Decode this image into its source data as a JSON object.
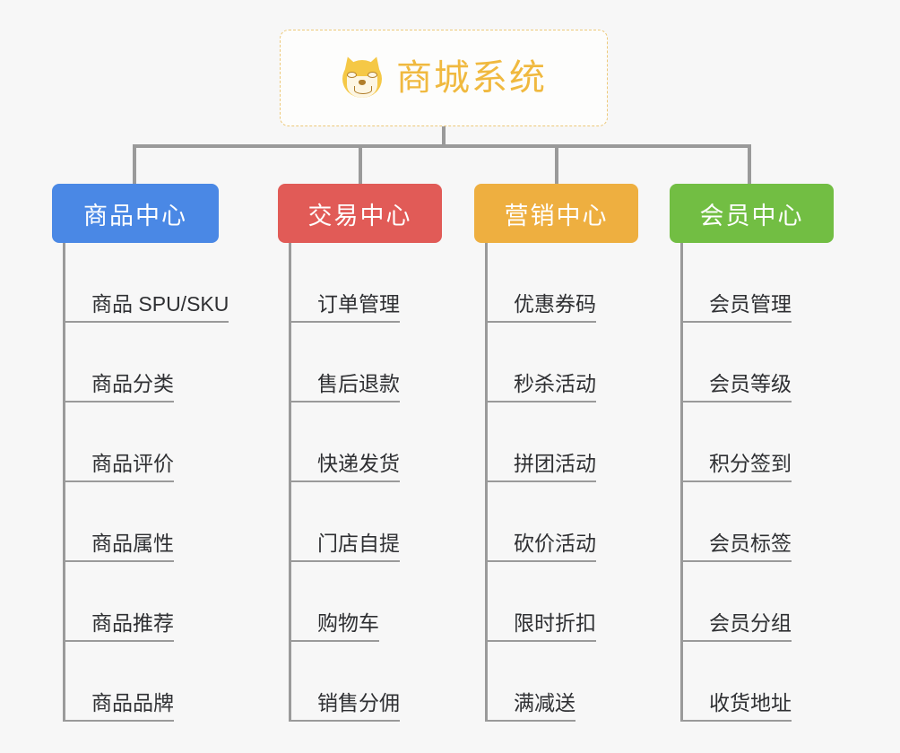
{
  "root": {
    "title": "商城系统",
    "icon": "shiba-dog-icon",
    "border_color": "#edc97a",
    "text_color": "#f0b93f"
  },
  "line_color": "#9a9a9a",
  "background": "#f7f7f7",
  "columns": [
    {
      "id": "product-center",
      "label": "商品中心",
      "color": "#4a88e5",
      "items": [
        "商品 SPU/SKU",
        "商品分类",
        "商品评价",
        "商品属性",
        "商品推荐",
        "商品品牌"
      ]
    },
    {
      "id": "trade-center",
      "label": "交易中心",
      "color": "#e15b57",
      "items": [
        "订单管理",
        "售后退款",
        "快递发货",
        "门店自提",
        "购物车",
        "销售分佣"
      ]
    },
    {
      "id": "marketing-center",
      "label": "营销中心",
      "color": "#eeaf40",
      "items": [
        "优惠券码",
        "秒杀活动",
        "拼团活动",
        "砍价活动",
        "限时折扣",
        "满减送"
      ]
    },
    {
      "id": "member-center",
      "label": "会员中心",
      "color": "#72be43",
      "items": [
        "会员管理",
        "会员等级",
        "积分签到",
        "会员标签",
        "会员分组",
        "收货地址"
      ]
    }
  ]
}
